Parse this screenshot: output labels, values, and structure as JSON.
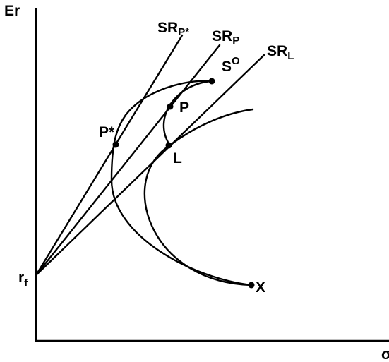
{
  "axes": {
    "y_label": "Er",
    "x_label": "σ"
  },
  "origin_label": {
    "main": "r",
    "sub": "f"
  },
  "lines": [
    {
      "main": "SR",
      "sub": "P*"
    },
    {
      "main": "SR",
      "sub": "P"
    },
    {
      "main": "SR",
      "sub": "L"
    }
  ],
  "curve_label": {
    "main": "S",
    "sup": "O"
  },
  "points": {
    "p_star": "P*",
    "p": "P",
    "l": "L",
    "x": "X"
  }
}
